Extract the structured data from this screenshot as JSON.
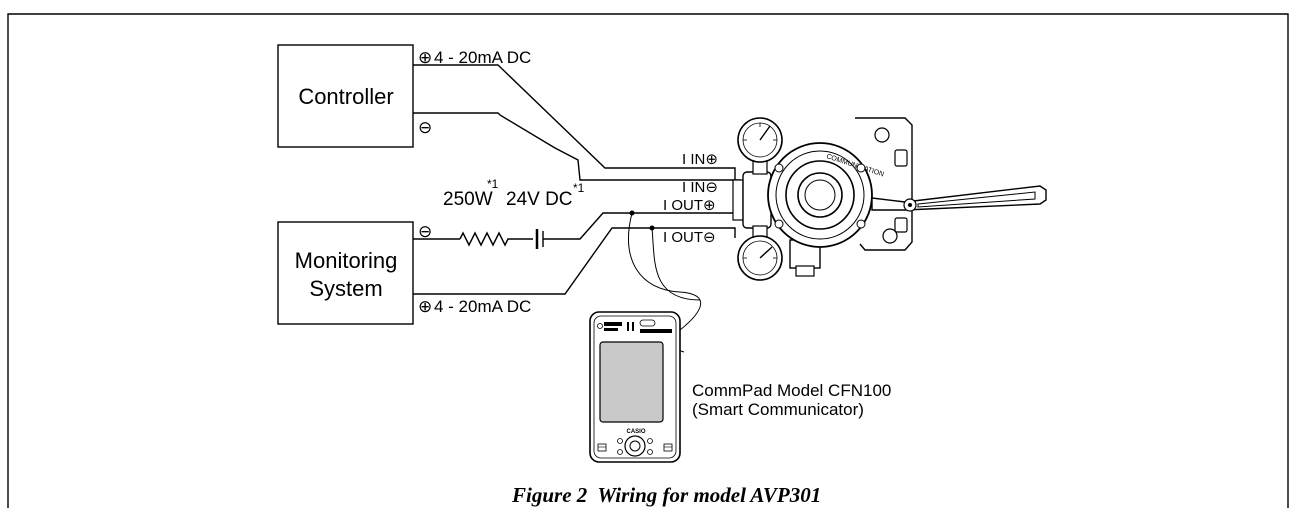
{
  "diagram": {
    "controller": {
      "label": "Controller"
    },
    "monitoring": {
      "line1": "Monitoring",
      "line2": "System"
    },
    "controller_plus": {
      "symbol": "⊕",
      "text": "4 - 20mA DC"
    },
    "controller_minus": {
      "symbol": "⊖"
    },
    "monitoring_minus": {
      "symbol": "⊖"
    },
    "monitoring_plus": {
      "symbol": "⊕",
      "text": "4 - 20mA DC"
    },
    "resistor": {
      "value": "250W",
      "note": "*1"
    },
    "supply": {
      "value": "24V DC",
      "note": "*1"
    },
    "terminals": {
      "iin_plus": "I IN⊕",
      "iin_minus": "I IN⊖",
      "iout_plus": "I OUT⊕",
      "iout_minus": "I OUT⊖"
    },
    "device_ring_text": "COMMUNICATION",
    "communicator": {
      "brand": "CASIO",
      "line1": "CommPad Model CFN100",
      "line2": "(Smart Communicator)"
    }
  },
  "caption": "Figure 2  Wiring for model AVP301"
}
